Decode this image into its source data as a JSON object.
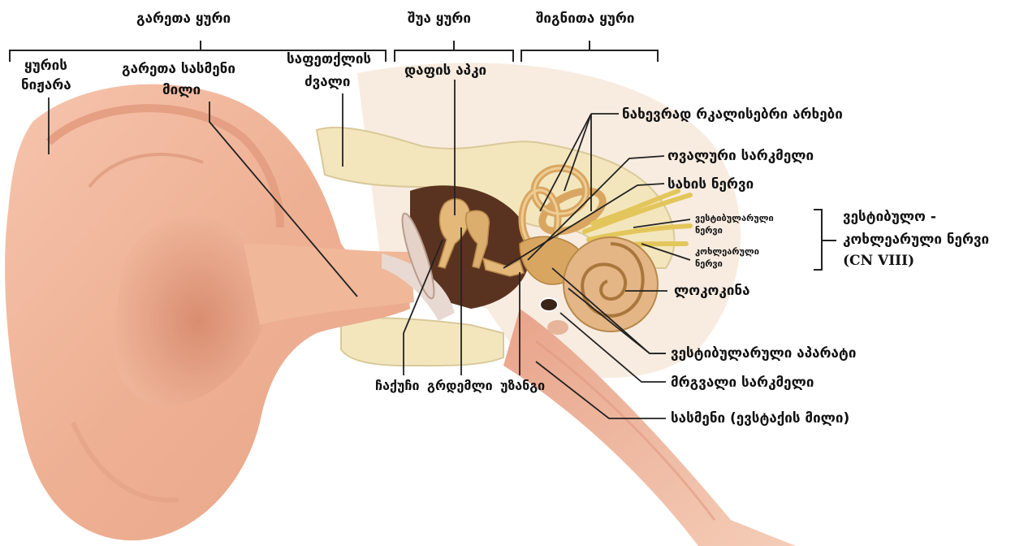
{
  "regions": {
    "outer_ear": "გარეთა ყური",
    "middle_ear": "შუა ყური",
    "inner_ear": "შიგნითა ყური"
  },
  "labels": {
    "auricle_line1": "ყურის",
    "auricle_line2": "ნიჟარა",
    "ear_canal_line1": "გარეთა სასმენი",
    "ear_canal_line2": "მილი",
    "temporal_bone_line1": "საფეთქლის",
    "temporal_bone_line2": "ძვალი",
    "eardrum": "დაფის აპკი",
    "semicircular_canals": "ნახევრად რკალისებრი არხები",
    "oval_window": "ოვალური სარკმელი",
    "facial_nerve": "სახის ნერვი",
    "vestibular_nerve_line1": "ვესტიბულარული",
    "vestibular_nerve_line2": "ნერვი",
    "cochlear_nerve_line1": "კოხლეარული",
    "cochlear_nerve_line2": "ნერვი",
    "vc_nerve_line1": "ვესტიბულო -",
    "vc_nerve_line2": "კოხლეარული ნერვი",
    "vc_nerve_line3": "(CN VIII)",
    "cochlea": "ლოკოკინა",
    "vestibular_apparatus": "ვესტიბულარული აპარატი",
    "round_window": "მრგვალი სარკმელი",
    "eustachian_tube": "სასმენი (ევსტაქის მილი)",
    "malleus": "ჩაქუჩი",
    "incus": "გრდემლი",
    "stapes": "უზანგი"
  }
}
